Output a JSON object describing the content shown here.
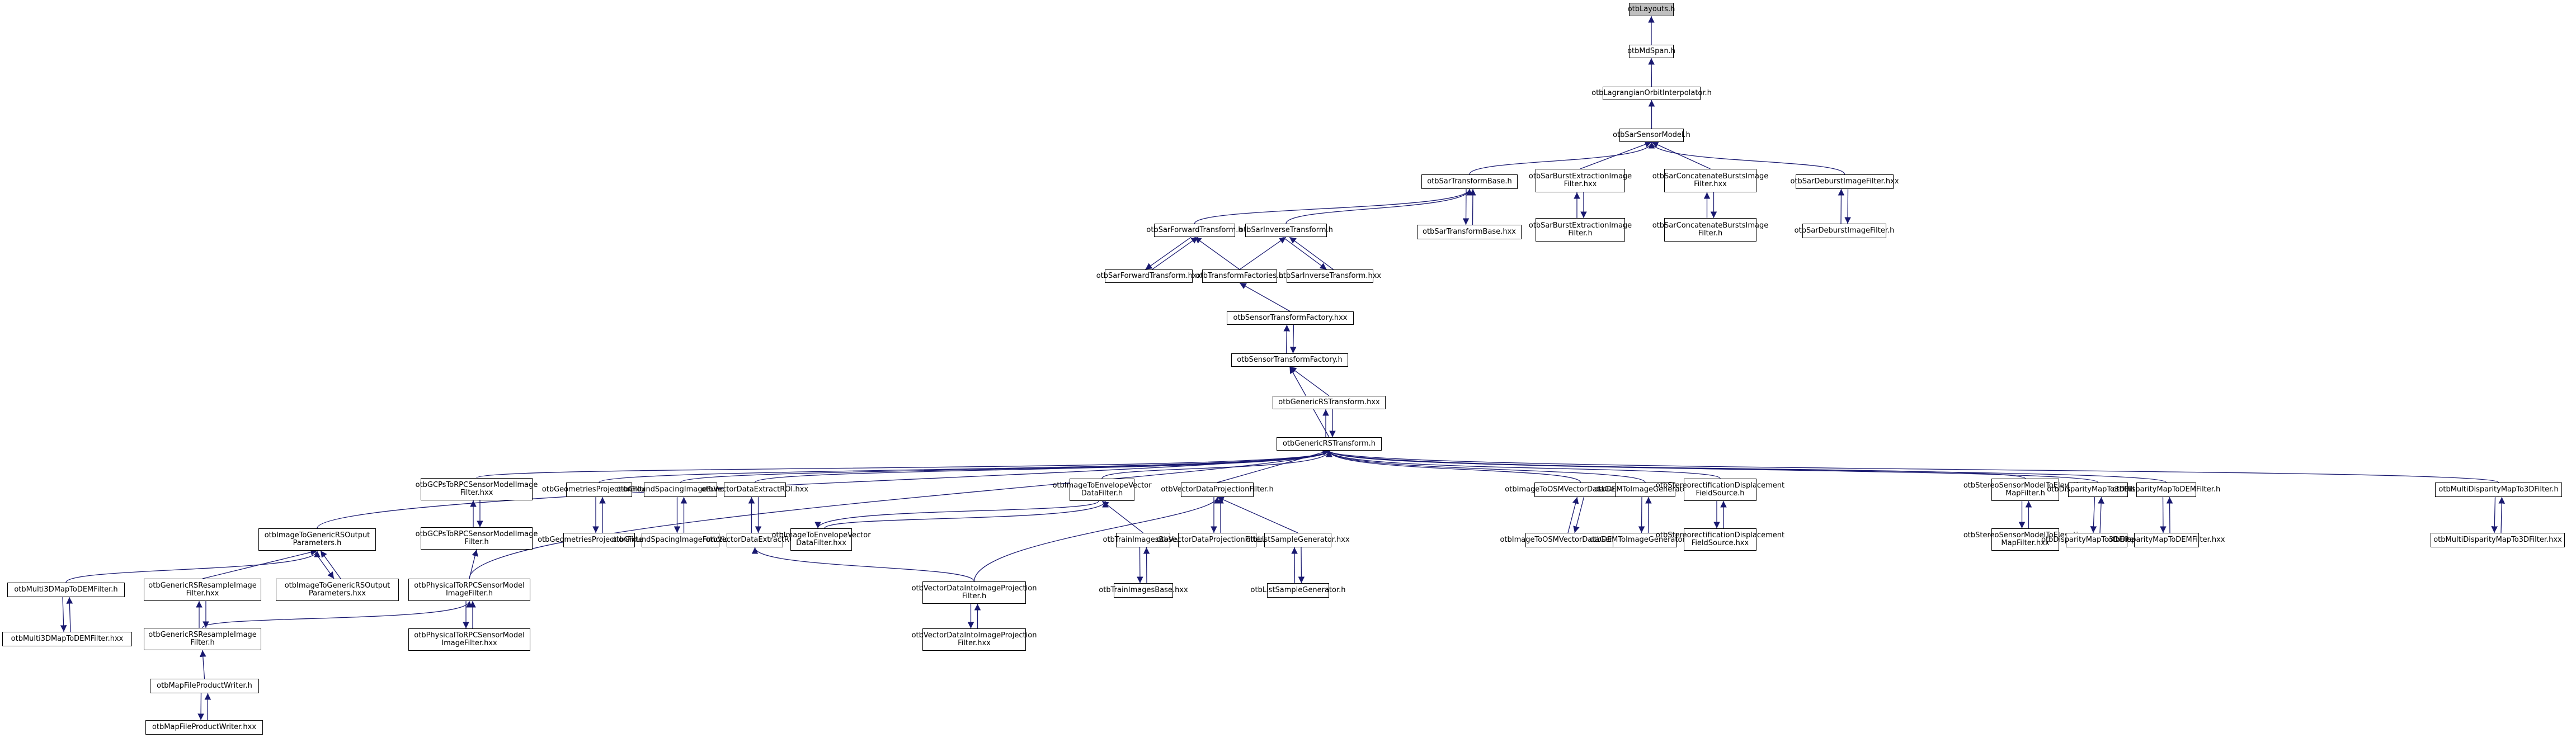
{
  "title": "otbLayouts.h include dependency graph (included by)",
  "colors": {
    "edge": "#191970",
    "root_fill": "#bfbfbf",
    "node_fill": "#ffffff",
    "node_border": "#000000"
  },
  "nodes": [
    {
      "id": "layouts",
      "label": "otbLayouts.h",
      "root": true
    },
    {
      "id": "mdspan",
      "label": "otbMdSpan.h"
    },
    {
      "id": "lagr",
      "label": "otbLagrangianOrbitInterpolator.h"
    },
    {
      "id": "sarsm",
      "label": "otbSarSensorModel.h"
    },
    {
      "id": "stb_h",
      "label": "otbSarTransformBase.h"
    },
    {
      "id": "sbe_hxx",
      "label": "otbSarBurstExtractionImage\nFilter.hxx"
    },
    {
      "id": "scb_hxx",
      "label": "otbSarConcatenateBurstsImage\nFilter.hxx"
    },
    {
      "id": "sdb_hxx",
      "label": "otbSarDeburstImageFilter.hxx"
    },
    {
      "id": "sft_h",
      "label": "otbSarForwardTransform.h"
    },
    {
      "id": "sit_h",
      "label": "otbSarInverseTransform.h"
    },
    {
      "id": "stb_hxx",
      "label": "otbSarTransformBase.hxx"
    },
    {
      "id": "sbe_h",
      "label": "otbSarBurstExtractionImage\nFilter.h"
    },
    {
      "id": "scb_h",
      "label": "otbSarConcatenateBurstsImage\nFilter.h"
    },
    {
      "id": "sdb_h",
      "label": "otbSarDeburstImageFilter.h"
    },
    {
      "id": "sft_hxx",
      "label": "otbSarForwardTransform.hxx"
    },
    {
      "id": "tf_h",
      "label": "otbTransformFactories.h"
    },
    {
      "id": "sit_hxx",
      "label": "otbSarInverseTransform.hxx"
    },
    {
      "id": "stf_hxx",
      "label": "otbSensorTransformFactory.hxx"
    },
    {
      "id": "stf_h",
      "label": "otbSensorTransformFactory.h"
    },
    {
      "id": "grs_hxx",
      "label": "otbGenericRSTransform.hxx"
    },
    {
      "id": "grs_h",
      "label": "otbGenericRSTransform.h"
    },
    {
      "id": "gcp_hxx",
      "label": "otbGCPsToRPCSensorModelImage\nFilter.hxx"
    },
    {
      "id": "gpf_h",
      "label": "otbGeometriesProjectionFilter.h"
    },
    {
      "id": "gsif_h",
      "label": "otbGroundSpacingImageFunction.h"
    },
    {
      "id": "vder_hxx",
      "label": "otbVectorDataExtractROI.hxx"
    },
    {
      "id": "iev_h",
      "label": "otbImageToEnvelopeVector\nDataFilter.h"
    },
    {
      "id": "vdpf_h",
      "label": "otbVectorDataProjectionFilter.h"
    },
    {
      "id": "osm_hxx",
      "label": "otbImageToOSMVectorDataGenerator.hxx"
    },
    {
      "id": "dem_h",
      "label": "otbDEMToImageGenerator.h"
    },
    {
      "id": "srd_h",
      "label": "otbStereorectificationDisplacement\nFieldSource.h"
    },
    {
      "id": "ssm_h",
      "label": "otbStereoSensorModelToElevation\nMapFilter.h"
    },
    {
      "id": "dm3_h",
      "label": "otbDisparityMapTo3DFilter.h"
    },
    {
      "id": "dmd_h",
      "label": "otbDisparityMapToDEMFilter.h"
    },
    {
      "id": "mdm_h",
      "label": "otbMultiDisparityMapTo3DFilter.h"
    },
    {
      "id": "igo_h",
      "label": "otbImageToGenericRSOutput\nParameters.h"
    },
    {
      "id": "gcp_h",
      "label": "otbGCPsToRPCSensorModelImage\nFilter.h"
    },
    {
      "id": "gpf_hxx",
      "label": "otbGeometriesProjectionFilter.hxx"
    },
    {
      "id": "gsif_hxx",
      "label": "otbGroundSpacingImageFunction.hxx"
    },
    {
      "id": "vder_h",
      "label": "otbVectorDataExtractROI.h"
    },
    {
      "id": "iev_hxx",
      "label": "otbImageToEnvelopeVector\nDataFilter.hxx"
    },
    {
      "id": "tib_h",
      "label": "otbTrainImagesBase.h"
    },
    {
      "id": "vdpf_hxx",
      "label": "otbVectorDataProjectionFilter.hxx"
    },
    {
      "id": "lsg_hxx",
      "label": "otbListSampleGenerator.hxx"
    },
    {
      "id": "osm_h",
      "label": "otbImageToOSMVectorDataGenerator.h"
    },
    {
      "id": "dem_hxx",
      "label": "otbDEMToImageGenerator.hxx"
    },
    {
      "id": "srd_hxx",
      "label": "otbStereorectificationDisplacement\nFieldSource.hxx"
    },
    {
      "id": "ssm_hxx",
      "label": "otbStereoSensorModelToElevation\nMapFilter.hxx"
    },
    {
      "id": "dm3_hxx",
      "label": "otbDisparityMapTo3DFilter.hxx"
    },
    {
      "id": "dmd_hxx",
      "label": "otbDisparityMapToDEMFilter.hxx"
    },
    {
      "id": "mdm_hxx",
      "label": "otbMultiDisparityMapTo3DFilter.hxx"
    },
    {
      "id": "m3d_h",
      "label": "otbMulti3DMapToDEMFilter.h"
    },
    {
      "id": "grsr_hxx",
      "label": "otbGenericRSResampleImage\nFilter.hxx"
    },
    {
      "id": "igo_hxx",
      "label": "otbImageToGenericRSOutput\nParameters.hxx"
    },
    {
      "id": "prpc_h",
      "label": "otbPhysicalToRPCSensorModel\nImageFilter.h"
    },
    {
      "id": "vdip_h",
      "label": "otbVectorDataIntoImageProjection\nFilter.h"
    },
    {
      "id": "tib_hxx",
      "label": "otbTrainImagesBase.hxx"
    },
    {
      "id": "lsg_h",
      "label": "otbListSampleGenerator.h"
    },
    {
      "id": "m3d_hxx",
      "label": "otbMulti3DMapToDEMFilter.hxx"
    },
    {
      "id": "grsr_h",
      "label": "otbGenericRSResampleImage\nFilter.h"
    },
    {
      "id": "prpc_hxx",
      "label": "otbPhysicalToRPCSensorModel\nImageFilter.hxx"
    },
    {
      "id": "vdip_hxx",
      "label": "otbVectorDataIntoImageProjection\nFilter.hxx"
    },
    {
      "id": "mfpw_h",
      "label": "otbMapFileProductWriter.h"
    },
    {
      "id": "mfpw_hxx",
      "label": "otbMapFileProductWriter.hxx"
    }
  ],
  "edges": [
    [
      "mdspan",
      "layouts"
    ],
    [
      "lagr",
      "mdspan"
    ],
    [
      "sarsm",
      "lagr"
    ],
    [
      "stb_h",
      "sarsm"
    ],
    [
      "sbe_hxx",
      "sarsm"
    ],
    [
      "scb_hxx",
      "sarsm"
    ],
    [
      "sdb_hxx",
      "sarsm"
    ],
    [
      "sft_h",
      "stb_h"
    ],
    [
      "sit_h",
      "stb_h"
    ],
    [
      "stb_hxx",
      "stb_h"
    ],
    [
      "stb_h",
      "stb_hxx"
    ],
    [
      "sbe_h",
      "sbe_hxx"
    ],
    [
      "sbe_hxx",
      "sbe_h"
    ],
    [
      "scb_h",
      "scb_hxx"
    ],
    [
      "scb_hxx",
      "scb_h"
    ],
    [
      "sdb_h",
      "sdb_hxx"
    ],
    [
      "sdb_hxx",
      "sdb_h"
    ],
    [
      "sft_hxx",
      "sft_h"
    ],
    [
      "sft_h",
      "sft_hxx"
    ],
    [
      "tf_h",
      "sft_h"
    ],
    [
      "tf_h",
      "sit_h"
    ],
    [
      "sit_hxx",
      "sit_h"
    ],
    [
      "sit_h",
      "sit_hxx"
    ],
    [
      "stf_hxx",
      "tf_h"
    ],
    [
      "stf_h",
      "stf_hxx"
    ],
    [
      "stf_hxx",
      "stf_h"
    ],
    [
      "grs_h",
      "stf_h"
    ],
    [
      "grs_hxx",
      "stf_h"
    ],
    [
      "grs_h",
      "grs_hxx"
    ],
    [
      "grs_hxx",
      "grs_h"
    ],
    [
      "igo_h",
      "grs_h"
    ],
    [
      "prpc_h",
      "grs_h"
    ],
    [
      "gcp_hxx",
      "grs_h"
    ],
    [
      "gpf_h",
      "grs_h"
    ],
    [
      "gsif_h",
      "grs_h"
    ],
    [
      "vder_hxx",
      "grs_h"
    ],
    [
      "iev_h",
      "grs_h"
    ],
    [
      "vdpf_h",
      "grs_h"
    ],
    [
      "osm_hxx",
      "grs_h"
    ],
    [
      "dem_h",
      "grs_h"
    ],
    [
      "srd_h",
      "grs_h"
    ],
    [
      "ssm_h",
      "grs_h"
    ],
    [
      "dm3_h",
      "grs_h"
    ],
    [
      "dmd_h",
      "grs_h"
    ],
    [
      "mdm_h",
      "grs_h"
    ],
    [
      "gcp_h",
      "gcp_hxx"
    ],
    [
      "gcp_hxx",
      "gcp_h"
    ],
    [
      "prpc_h",
      "gcp_h"
    ],
    [
      "gpf_hxx",
      "gpf_h"
    ],
    [
      "gpf_h",
      "gpf_hxx"
    ],
    [
      "gsif_hxx",
      "gsif_h"
    ],
    [
      "gsif_h",
      "gsif_hxx"
    ],
    [
      "vder_h",
      "vder_hxx"
    ],
    [
      "vder_hxx",
      "vder_h"
    ],
    [
      "vdip_h",
      "vder_h"
    ],
    [
      "iev_hxx",
      "iev_h"
    ],
    [
      "iev_h",
      "iev_hxx"
    ],
    [
      "tib_h",
      "iev_h"
    ],
    [
      "vdip_h",
      "vdpf_h"
    ],
    [
      "vdpf_hxx",
      "vdpf_h"
    ],
    [
      "vdpf_h",
      "vdpf_hxx"
    ],
    [
      "lsg_hxx",
      "vdpf_h"
    ],
    [
      "tib_hxx",
      "tib_h"
    ],
    [
      "tib_h",
      "tib_hxx"
    ],
    [
      "lsg_h",
      "lsg_hxx"
    ],
    [
      "lsg_hxx",
      "lsg_h"
    ],
    [
      "osm_h",
      "osm_hxx"
    ],
    [
      "osm_hxx",
      "osm_h"
    ],
    [
      "dem_hxx",
      "dem_h"
    ],
    [
      "dem_h",
      "dem_hxx"
    ],
    [
      "srd_hxx",
      "srd_h"
    ],
    [
      "srd_h",
      "srd_hxx"
    ],
    [
      "ssm_hxx",
      "ssm_h"
    ],
    [
      "ssm_h",
      "ssm_hxx"
    ],
    [
      "dm3_hxx",
      "dm3_h"
    ],
    [
      "dm3_h",
      "dm3_hxx"
    ],
    [
      "dmd_hxx",
      "dmd_h"
    ],
    [
      "dmd_h",
      "dmd_hxx"
    ],
    [
      "mdm_hxx",
      "mdm_h"
    ],
    [
      "mdm_h",
      "mdm_hxx"
    ],
    [
      "m3d_h",
      "igo_h"
    ],
    [
      "grsr_hxx",
      "igo_h"
    ],
    [
      "igo_hxx",
      "igo_h"
    ],
    [
      "igo_h",
      "igo_hxx"
    ],
    [
      "m3d_hxx",
      "m3d_h"
    ],
    [
      "m3d_h",
      "m3d_hxx"
    ],
    [
      "grsr_h",
      "grsr_hxx"
    ],
    [
      "grsr_hxx",
      "grsr_h"
    ],
    [
      "grsr_h",
      "prpc_h"
    ],
    [
      "prpc_hxx",
      "prpc_h"
    ],
    [
      "prpc_h",
      "prpc_hxx"
    ],
    [
      "vdip_hxx",
      "vdip_h"
    ],
    [
      "vdip_h",
      "vdip_hxx"
    ],
    [
      "mfpw_h",
      "grsr_h"
    ],
    [
      "mfpw_hxx",
      "mfpw_h"
    ],
    [
      "mfpw_h",
      "mfpw_hxx"
    ]
  ]
}
